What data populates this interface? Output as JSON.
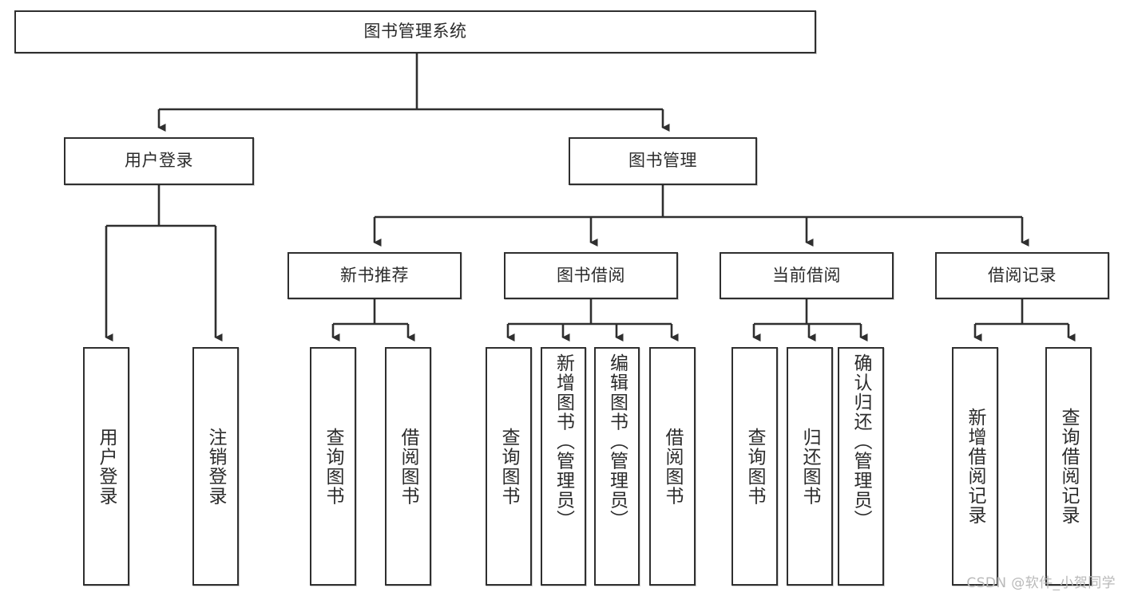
{
  "diagram": {
    "title": "图书管理系统",
    "watermark": "CSDN @软件_小贺同学",
    "line_color": "#2f2f2f",
    "node_fill": "#ffffff",
    "text_color": "#2b2b2b",
    "background": "#ffffff"
  },
  "nodes": {
    "root": {
      "label": "图书管理系统"
    },
    "level2": [
      {
        "label": "用户登录"
      },
      {
        "label": "图书管理"
      }
    ],
    "level3": [
      {
        "label": "新书推荐"
      },
      {
        "label": "图书借阅"
      },
      {
        "label": "当前借阅"
      },
      {
        "label": "借阅记录"
      }
    ],
    "leaves": {
      "user_login": [
        {
          "label": "用户登录"
        },
        {
          "label": "注销登录"
        }
      ],
      "new_book": [
        {
          "label": "查询图书"
        },
        {
          "label": "借阅图书"
        }
      ],
      "book_borrow": [
        {
          "label": "查询图书"
        },
        {
          "label": "新增图书（管理员）"
        },
        {
          "label": "编辑图书（管理员）"
        },
        {
          "label": "借阅图书"
        }
      ],
      "current_borrow": [
        {
          "label": "查询图书"
        },
        {
          "label": "归还图书"
        },
        {
          "label": "确认归还（管理员）"
        }
      ],
      "borrow_record": [
        {
          "label": "新增借阅记录"
        },
        {
          "label": "查询借阅记录"
        }
      ]
    }
  }
}
